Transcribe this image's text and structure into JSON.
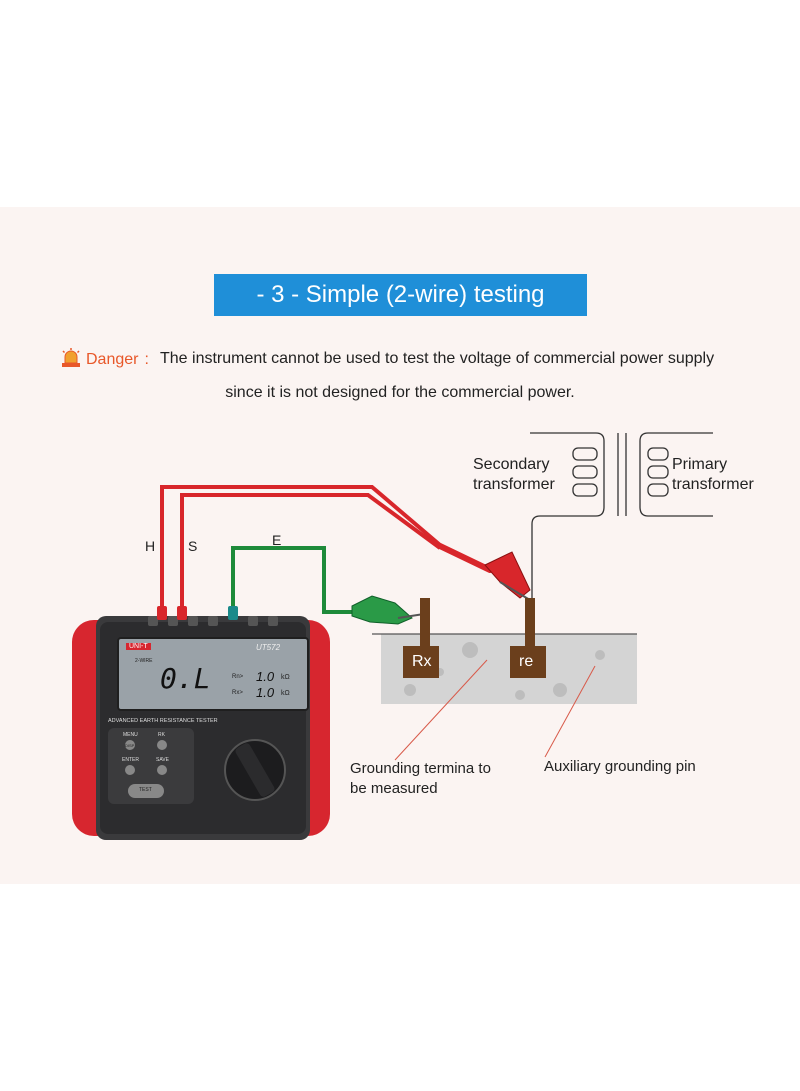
{
  "header": {
    "banner": "- 3 -  Simple (2-wire) testing"
  },
  "danger": {
    "label": "Danger",
    "colon": ":",
    "line1": "The instrument cannot be used to test the voltage of commercial power supply",
    "line2": "since it is not designed for the commercial power."
  },
  "transformers": {
    "secondary_line1": "Secondary",
    "secondary_line2": "transformer",
    "primary_line1": "Primary",
    "primary_line2": "transformer"
  },
  "wires": {
    "h": "H",
    "s": "S",
    "e": "E"
  },
  "pins": {
    "rx": "Rx",
    "re": "re"
  },
  "callouts": {
    "grounding_line1": "Grounding termina to",
    "grounding_line2": "be measured",
    "auxiliary": "Auxiliary grounding pin"
  },
  "device": {
    "brand": "UNI-T",
    "model": "UT572",
    "reading": "0.L",
    "mode": "2-WIRE",
    "rn_label": "Rn>",
    "rn_value": "1.0",
    "rx_label": "Rx>",
    "rx_value": "1.0",
    "unit": "kΩ",
    "title": "ADVANCED EARTH RESISTANCE TESTER",
    "btn_menu": "MENU",
    "btn_rk": "RK",
    "btn_enter": "ENTER",
    "btn_save": "SAVE",
    "btn_test": "TEST",
    "btn_disp": "DISP"
  },
  "colors": {
    "banner": "#1f8fd8",
    "wire_red": "#d8262b",
    "wire_green": "#1e8a3a",
    "danger": "#e8582a",
    "pin": "#6b3f1c"
  }
}
